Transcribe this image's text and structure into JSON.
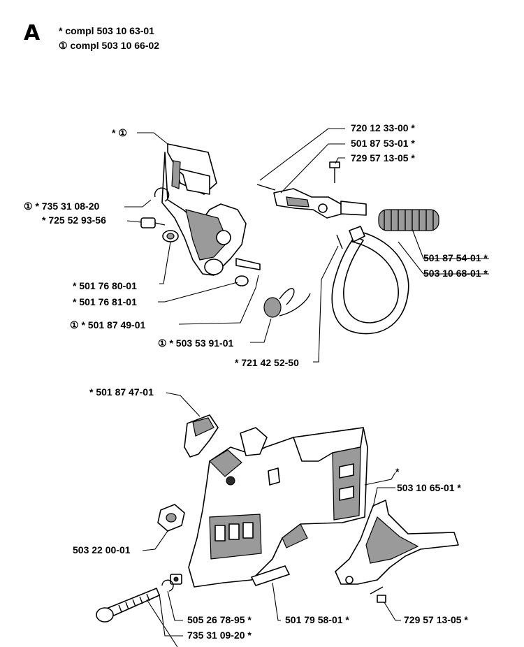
{
  "header": {
    "letter": "A",
    "line1": "* compl 503 10 63-01",
    "line2": "① compl 503 10 66-02"
  },
  "labels": {
    "brake_lever_mark": "* ①",
    "p_720_12_33_00": "720 12 33-00 *",
    "p_501_87_53_01": "501 87 53-01 *",
    "p_729_57_13_05_top": "729 57 13-05 *",
    "p_735_31_08_20": "① * 735 31 08-20",
    "p_725_52_93_56": "* 725 52 93-56",
    "p_501_87_54_01": "501 87 54-01 *",
    "p_503_10_68_01": "503 10 68-01 *",
    "p_501_76_80_01": "* 501 76 80-01",
    "p_501_76_81_01": "* 501 76 81-01",
    "p_501_87_49_01": "① * 501 87 49-01",
    "p_503_53_91_01": "① * 503 53 91-01",
    "p_721_42_52_50": "* 721 42 52-50",
    "p_501_87_47_01": "* 501 87 47-01",
    "housing_mark": "*",
    "p_503_10_65_01": "503 10 65-01 *",
    "p_503_22_00_01": "503 22 00-01",
    "p_505_26_78_95": "505 26 78-95 *",
    "p_501_79_58_01": "501 79 58-01 *",
    "p_729_57_13_05_bottom": "729 57 13-05 *",
    "p_735_31_09_20": "735 31 09-20 *"
  }
}
